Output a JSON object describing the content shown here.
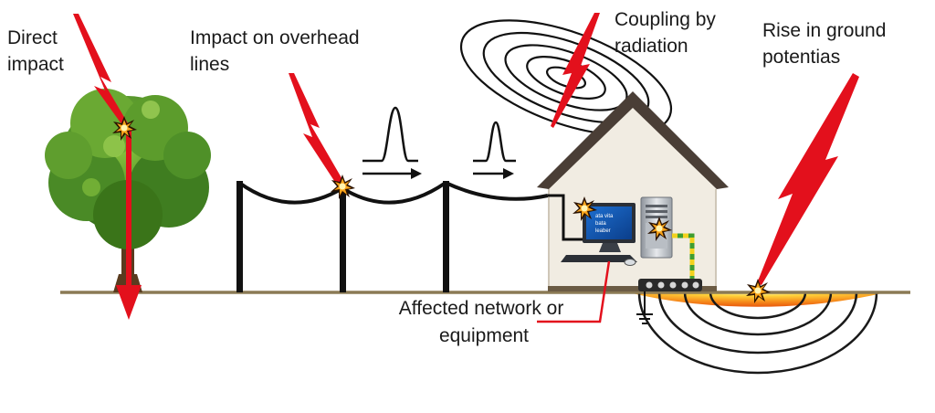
{
  "labels": {
    "direct_impact": [
      "Direct",
      "impact"
    ],
    "overhead_lines": [
      "Impact on overhead",
      "lines"
    ],
    "coupling": [
      "Coupling by",
      "radiation"
    ],
    "ground_rise": [
      "Rise in ground",
      "potentias"
    ],
    "affected": [
      "Affected network or",
      "equipment"
    ]
  },
  "colors": {
    "lightning": "#e3101c",
    "ground_line": "#8b7a55",
    "ground_glow_inner": "#fff3a0",
    "ground_glow_outer": "#f06a10",
    "house_wall": "#f1ece2",
    "roof": "#4a3e36",
    "foliage": "#4f8f2a"
  },
  "icons": [
    "lightning-bolt-icon",
    "spark-icon",
    "pulse-icon",
    "arrow-right-icon",
    "tree-icon",
    "house-icon",
    "computer-icon",
    "server-icon",
    "power-strip-icon",
    "ground-symbol-icon"
  ]
}
